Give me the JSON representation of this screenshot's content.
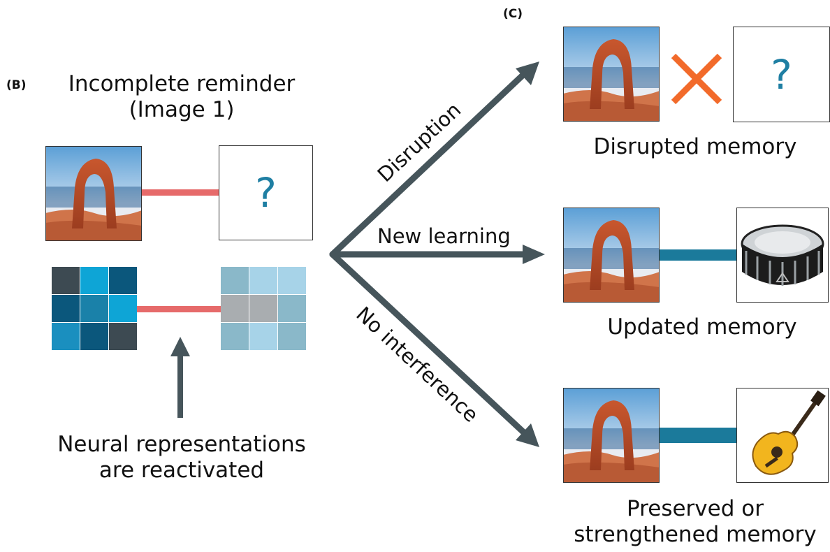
{
  "panels": {
    "b_label": "(B)",
    "c_label": "(C)"
  },
  "left": {
    "title_line1": "Incomplete reminder",
    "title_line2": "(Image 1)",
    "question_mark": "?",
    "neural_caption_line1": "Neural representations",
    "neural_caption_line2": "are reactivated",
    "grid_left_colors": [
      "#3d4a52",
      "#0ea5d6",
      "#0b577c",
      "#0b577c",
      "#1a81a9",
      "#0ea5d6",
      "#1a8fbf",
      "#0b577c",
      "#3d4a52"
    ],
    "grid_right_colors": [
      "#8ab8c9",
      "#a7d3e8",
      "#a7d3e8",
      "#a9adb0",
      "#a9adb0",
      "#8ab8c9",
      "#8ab8c9",
      "#a7d3e8",
      "#8ab8c9"
    ]
  },
  "branches": {
    "disruption": "Disruption",
    "new_learning": "New learning",
    "no_interference": "No interference"
  },
  "outcomes": {
    "disrupted": "Disrupted memory",
    "disrupted_question": "?",
    "updated": "Updated memory",
    "preserved_line1": "Preserved or",
    "preserved_line2": "strengthened memory"
  },
  "colors": {
    "arrow": "#46555b",
    "link_red": "#e66a6a",
    "link_blue": "#1b7a9b",
    "cross": "#f26a2a",
    "question": "#1f7fa3"
  },
  "icons": {
    "arch_photo": "arch-photo-icon",
    "drum": "snare-drum-icon",
    "guitar": "acoustic-guitar-icon"
  }
}
